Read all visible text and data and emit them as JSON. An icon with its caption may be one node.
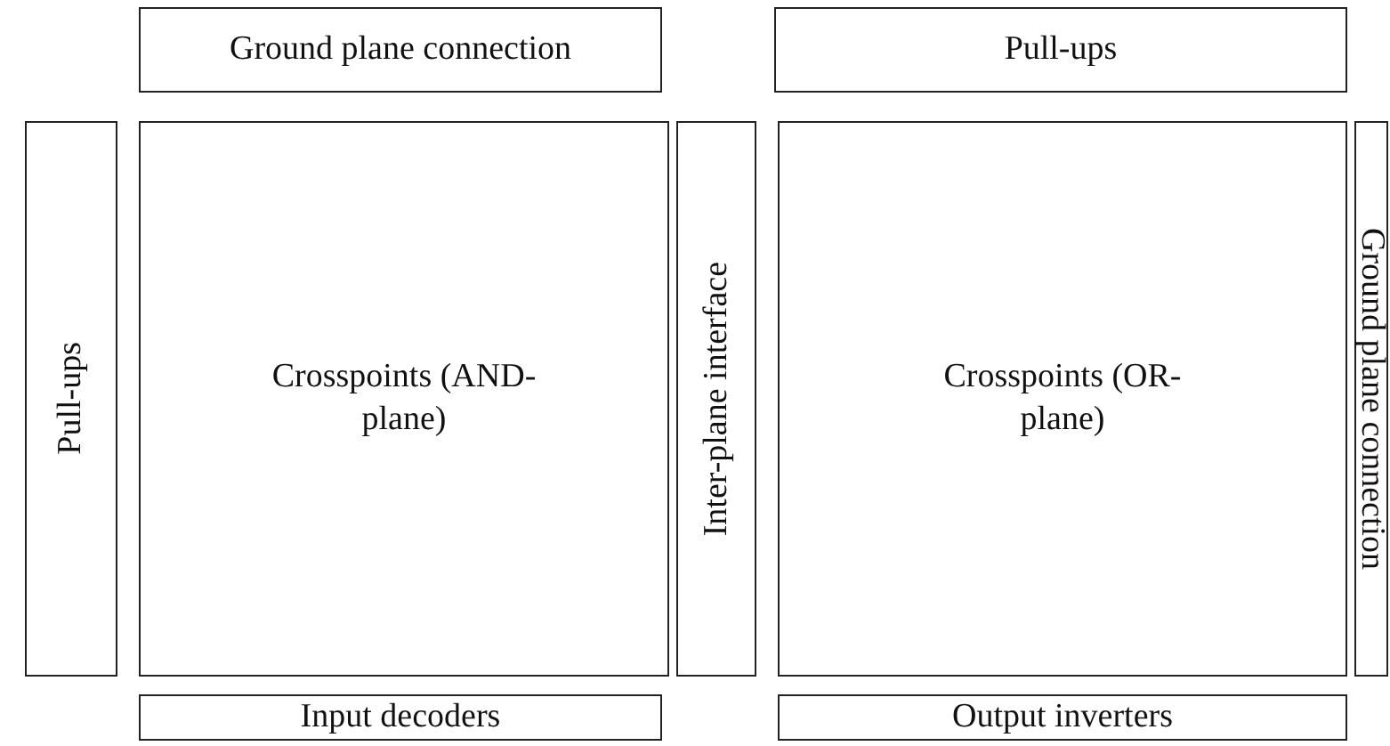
{
  "diagram": {
    "nodes": [
      {
        "text": [
          "Ground plane connection"
        ]
      },
      {
        "text": [
          "Pull-ups"
        ]
      },
      {
        "text": [
          "Pull-ups"
        ]
      },
      {
        "text": [
          "Crosspoints (AND-plane)"
        ]
      },
      {
        "text": [
          "Inter-plane interface"
        ]
      },
      {
        "text": [
          "Crosspoints (OR-plane)"
        ]
      },
      {
        "text": [
          "Ground plane connection"
        ]
      },
      {
        "text": [
          "Input decoders"
        ]
      },
      {
        "text": [
          "Output inverters"
        ]
      }
    ]
  }
}
